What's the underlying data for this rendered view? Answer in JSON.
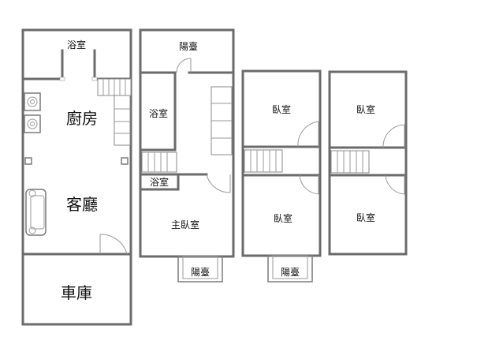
{
  "rooms": {
    "bath_top": "浴室",
    "kitchen": "廚房",
    "living": "客廳",
    "garage": "車庫",
    "balcony_top": "陽臺",
    "bath_2": "浴室",
    "bath_3": "浴室",
    "master_bedroom": "主臥室",
    "balcony_2": "陽臺",
    "bedroom_3a": "臥室",
    "bedroom_3b": "臥室",
    "balcony_3": "陽臺",
    "bedroom_4a": "臥室",
    "bedroom_4b": "臥室"
  },
  "colors": {
    "wall": "#6b6b6b",
    "text": "#111111"
  }
}
